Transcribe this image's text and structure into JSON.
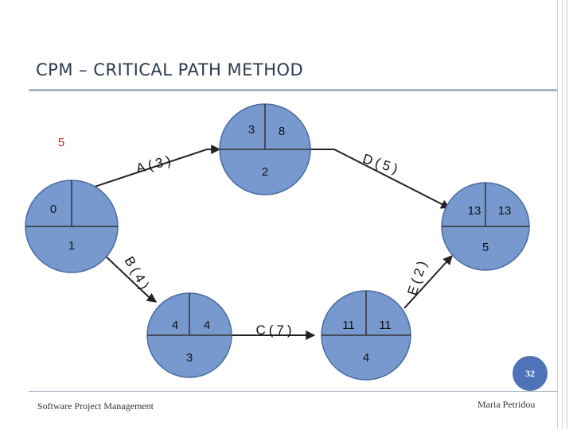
{
  "slide": {
    "title": "CPM – CRITICAL PATH METHOD",
    "footer_left": "Software Project Management",
    "footer_right": "Maria Petridou",
    "page_number": "32"
  },
  "colors": {
    "node_fill": "#7899cd",
    "node_stroke": "#4a6aa3",
    "arrow": "#222222",
    "accent_red": "#d02020",
    "page_badge": "#4f72b8"
  },
  "diagram": {
    "nodes": [
      {
        "id": 1,
        "earliest": "0",
        "latest": "",
        "number": "1"
      },
      {
        "id": 2,
        "earliest": "3",
        "latest": "8",
        "number": "2"
      },
      {
        "id": 3,
        "earliest": "4",
        "latest": "4",
        "number": "3"
      },
      {
        "id": 4,
        "earliest": "11",
        "latest": "11",
        "number": "4"
      },
      {
        "id": 5,
        "earliest": "13",
        "latest": "13",
        "number": "5"
      }
    ],
    "activities": [
      {
        "label": "A(3)",
        "from": 1,
        "to": 2
      },
      {
        "label": "D(5)",
        "from": 2,
        "to": 5
      },
      {
        "label": "B(4)",
        "from": 1,
        "to": 3
      },
      {
        "label": "C(7)",
        "from": 3,
        "to": 4
      },
      {
        "label": "E(2)",
        "from": 4,
        "to": 5
      }
    ],
    "annotation": "5"
  }
}
